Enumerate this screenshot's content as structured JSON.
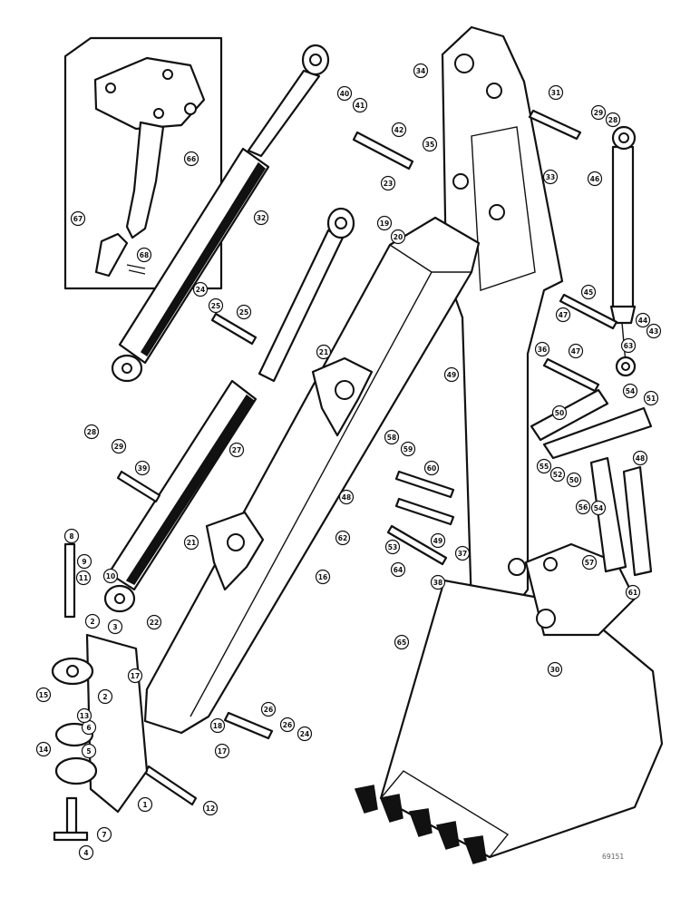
{
  "reference_code": "69151",
  "callouts": [
    "1",
    "2",
    "2",
    "3",
    "4",
    "5",
    "6",
    "7",
    "8",
    "9",
    "10",
    "11",
    "12",
    "13",
    "14",
    "15",
    "16",
    "17",
    "17",
    "18",
    "19",
    "20",
    "21",
    "21",
    "22",
    "23",
    "24",
    "24",
    "25",
    "25",
    "26",
    "26",
    "27",
    "28",
    "28",
    "29",
    "29",
    "30",
    "31",
    "32",
    "33",
    "34",
    "35",
    "36",
    "37",
    "38",
    "39",
    "40",
    "41",
    "42",
    "43",
    "44",
    "45",
    "46",
    "47",
    "47",
    "48",
    "48",
    "49",
    "49",
    "50",
    "50",
    "51",
    "52",
    "53",
    "54",
    "54",
    "55",
    "56",
    "57",
    "58",
    "59",
    "60",
    "61",
    "62",
    "63",
    "64",
    "65",
    "66",
    "67",
    "68"
  ]
}
